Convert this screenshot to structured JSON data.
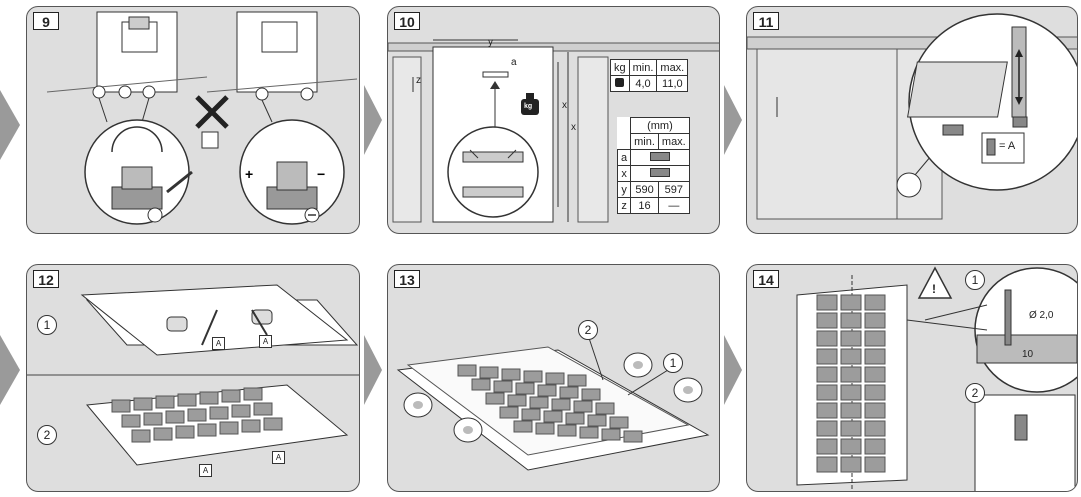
{
  "steps": [
    {
      "num": "9"
    },
    {
      "num": "10"
    },
    {
      "num": "11"
    },
    {
      "num": "12"
    },
    {
      "num": "13"
    },
    {
      "num": "14"
    }
  ],
  "step10": {
    "weight_table": {
      "headers": [
        "kg",
        "min.",
        "max."
      ],
      "row": [
        "4,0",
        "11,0"
      ]
    },
    "dim_table": {
      "unit": "(mm)",
      "headers": [
        "min.",
        "max."
      ],
      "rows": [
        {
          "label": "a",
          "min": "",
          "max": ""
        },
        {
          "label": "x",
          "min": "",
          "max": ""
        },
        {
          "label": "y",
          "min": "590",
          "max": "597"
        },
        {
          "label": "z",
          "min": "16",
          "max": "—"
        }
      ]
    },
    "labels": {
      "a": "a",
      "y": "y",
      "z": "z",
      "x": "x",
      "kg": "kg"
    }
  },
  "step11": {
    "equal_label": "= A"
  },
  "step12": {
    "sub1": "1",
    "sub2": "2",
    "tag": "A"
  },
  "step13": {
    "callout1": "1",
    "callout2": "2"
  },
  "step14": {
    "callout1": "1",
    "callout2": "2",
    "diameter": "Ø 2,0",
    "depth": "10",
    "warning": "!"
  },
  "icons": [
    "chevron-right-icon",
    "warning-triangle-icon",
    "weight-icon",
    "cross-icon"
  ],
  "colors": {
    "panel_bg": "#dedede",
    "chevron": "#9a9a9a",
    "line": "#333333"
  }
}
